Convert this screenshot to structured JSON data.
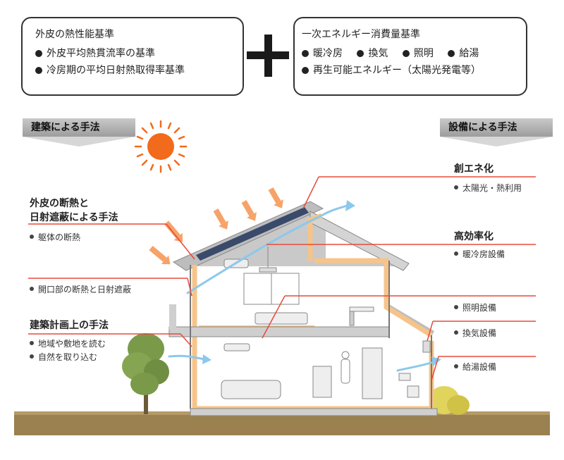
{
  "envelope_box": {
    "title": "外皮の熱性能基準",
    "items": [
      "外皮平均熱貫流率の基準",
      "冷房期の平均日射熱取得率基準"
    ]
  },
  "energy_box": {
    "title": "一次エネルギー消費量基準",
    "row1": [
      "暖冷房",
      "換気",
      "照明",
      "給湯"
    ],
    "row2": "再生可能エネルギー（太陽光発電等）"
  },
  "left_banner": "建築による手法",
  "right_banner": "設備による手法",
  "left_labels": {
    "insulation_heading_1": "外皮の断熱と",
    "insulation_heading_2": "日射遮蔽による手法",
    "insulation_item": "躯体の断熱",
    "opening_item": "開口部の断熱と日射遮蔽",
    "planning_heading": "建築計画上の手法",
    "planning_items": [
      "地域や敷地を読む",
      "自然を取り込む"
    ]
  },
  "right_labels": {
    "creation_heading": "創エネ化",
    "creation_item": "太陽光・熱利用",
    "efficiency_heading": "高効率化",
    "efficiency_item": "暖冷房設備",
    "lighting_item": "照明設備",
    "ventilation_item": "換気設備",
    "hotwater_item": "給湯設備"
  },
  "colors": {
    "leader_line": "#e84a3a",
    "insulation": "#f6c48a",
    "sun": "#f26a1b",
    "airflow": "#8cc8ec",
    "ground": "#9b8050",
    "tree": "#7a9a4a",
    "shrub": "#e0d45c"
  }
}
